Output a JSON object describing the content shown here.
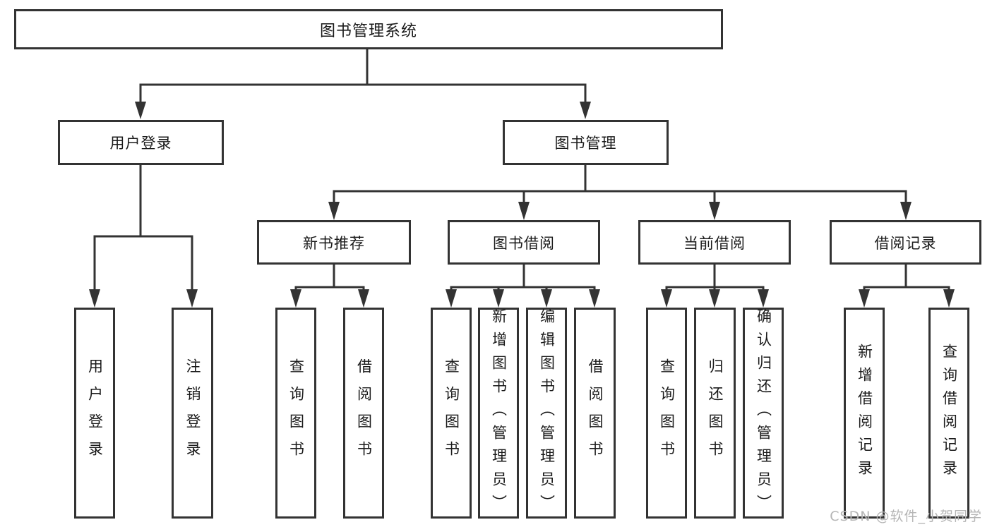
{
  "diagram": {
    "root": "图书管理系统",
    "branches": [
      {
        "label": "用户登录"
      },
      {
        "label": "图书管理"
      }
    ],
    "modules": [
      {
        "label": "新书推荐"
      },
      {
        "label": "图书借阅"
      },
      {
        "label": "当前借阅"
      },
      {
        "label": "借阅记录"
      }
    ],
    "leaves": [
      {
        "label": "用户登录"
      },
      {
        "label": "注销登录"
      },
      {
        "label": "查询图书"
      },
      {
        "label": "借阅图书"
      },
      {
        "label": "查询图书"
      },
      {
        "label": "新增图书（管理员）"
      },
      {
        "label": "编辑图书（管理员）"
      },
      {
        "label": "借阅图书"
      },
      {
        "label": "查询图书"
      },
      {
        "label": "归还图书"
      },
      {
        "label": "确认归还（管理员）"
      },
      {
        "label": "新增借阅记录"
      },
      {
        "label": "查询借阅记录"
      }
    ]
  },
  "watermark": "CSDN @软件_小贺同学",
  "colors": {
    "line": "#333333",
    "box_border": "#333333",
    "text": "#1a1a1a",
    "watermark": "#b5b5b5",
    "background": "#ffffff"
  }
}
